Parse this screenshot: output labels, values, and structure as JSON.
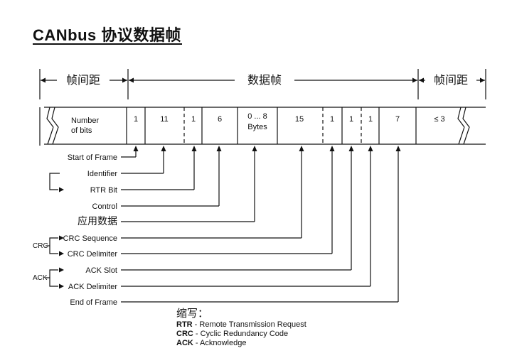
{
  "title": "CANbus 协议数据帧",
  "spans": {
    "left": "帧间距",
    "middle": "数据帧",
    "right": "帧间距"
  },
  "bits_header": [
    "Number",
    "of bits"
  ],
  "cells": [
    {
      "id": "sof",
      "text": [
        "1"
      ]
    },
    {
      "id": "identifier",
      "text": [
        "11"
      ]
    },
    {
      "id": "rtr",
      "text": [
        "1"
      ]
    },
    {
      "id": "control",
      "text": [
        "6"
      ]
    },
    {
      "id": "data",
      "text": [
        "0 ... 8",
        "Bytes"
      ]
    },
    {
      "id": "crc-seq",
      "text": [
        "15"
      ]
    },
    {
      "id": "crc-delim",
      "text": [
        "1"
      ]
    },
    {
      "id": "ack-slot",
      "text": [
        "1"
      ]
    },
    {
      "id": "ack-delim",
      "text": [
        "1"
      ]
    },
    {
      "id": "eof",
      "text": [
        "7"
      ]
    },
    {
      "id": "ifs",
      "text": [
        "≤ 3"
      ]
    }
  ],
  "fields": [
    {
      "id": "start-of-frame",
      "label": "Start of Frame"
    },
    {
      "id": "identifier",
      "label": "Identifier"
    },
    {
      "id": "rtr-bit",
      "label": "RTR Bit"
    },
    {
      "id": "control",
      "label": "Control"
    },
    {
      "id": "data",
      "label": "应用数据"
    },
    {
      "id": "crc-sequence",
      "label": "CRC Sequence"
    },
    {
      "id": "crc-delimiter",
      "label": "CRC Delimiter"
    },
    {
      "id": "ack-slot",
      "label": "ACK Slot"
    },
    {
      "id": "ack-delimiter",
      "label": "ACK Delimiter"
    },
    {
      "id": "end-of-frame",
      "label": "End of Frame"
    }
  ],
  "groups": {
    "crc": "CRC",
    "ack": "ACK"
  },
  "abbreviations": {
    "heading": "缩写：",
    "items": [
      {
        "term": "RTR",
        "desc": " - Remote Transmission Request"
      },
      {
        "term": "CRC",
        "desc": " - Cyclic Redundancy Code"
      },
      {
        "term": "ACK",
        "desc": " - Acknowledge"
      }
    ]
  }
}
